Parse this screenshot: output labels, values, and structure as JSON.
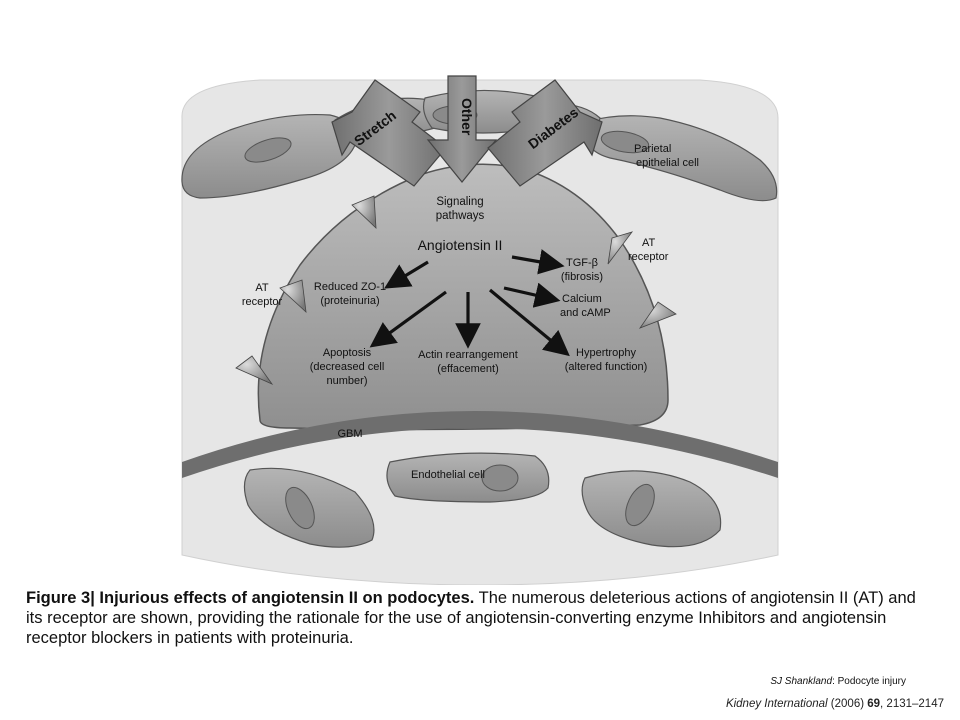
{
  "diagram": {
    "inputs": [
      "Stretch",
      "Other",
      "Diabetes"
    ],
    "signaling": [
      "Signaling",
      "pathways"
    ],
    "center": "Angiotensin II",
    "effects": {
      "zo1": [
        "Reduced ZO-1",
        "(proteinuria)"
      ],
      "tgf": [
        "TGF-β",
        "(fibrosis)"
      ],
      "calcium": [
        "Calcium",
        "and cAMP"
      ],
      "apoptosis": [
        "Apoptosis",
        "(decreased cell",
        "number)"
      ],
      "actin": [
        "Actin rearrangement",
        "(effacement)"
      ],
      "hypertrophy": [
        "Hypertrophy",
        "(altered function)"
      ]
    },
    "receptor_left": [
      "AT",
      "receptor"
    ],
    "receptor_right": [
      "AT",
      "receptor"
    ],
    "parietal": [
      "Parietal",
      "epithelial cell"
    ],
    "gbm": "GBM",
    "endothelial": "Endothelial cell"
  },
  "caption": {
    "label": "Figure 3",
    "separator": "|",
    "title": "Injurious effects of angiotensin II on podocytes.",
    "body": "The numerous deleterious actions of angiotensin II (AT) and its receptor are shown, providing the rationale for the use of angiotensin-converting enzyme Inhibitors and angiotensin receptor blockers in patients with proteinuria."
  },
  "credit": {
    "author": "SJ Shankland",
    "topic": ": Podocyte injury"
  },
  "journal": {
    "name": "Kidney International",
    "year": "(2006)",
    "volume": "69",
    "pages": ", 2131–2147"
  },
  "colors": {
    "background": "#ffffff",
    "cell_fill": "#9a9a9a",
    "podocyte_fill": "#a6a6a6",
    "gbm_band": "#6e6e6e",
    "arrow_fill": "#7d7d7d",
    "text": "#111111"
  }
}
